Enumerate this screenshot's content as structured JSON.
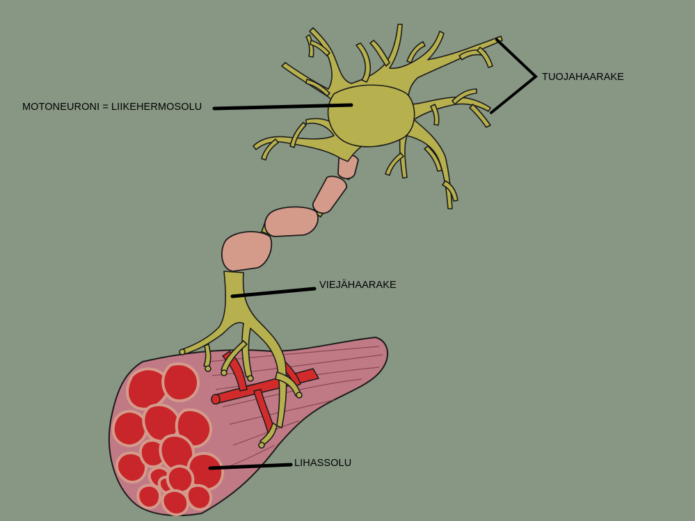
{
  "labels": {
    "motoneuron": "MOTONEURONI = LIIKEHERMOSOLU",
    "dendrites": "TUOJAHAARAKE",
    "axon": "VIEJÄHAARAKE",
    "muscle_cell": "LIHASSOLU"
  },
  "colors": {
    "background": "#879784",
    "neuron": "#b7b04e",
    "myelin": "#d49a8a",
    "muscle_outer": "#c07a86",
    "muscle_fiber": "#cf2d2d",
    "outline": "#1a1a1a"
  }
}
